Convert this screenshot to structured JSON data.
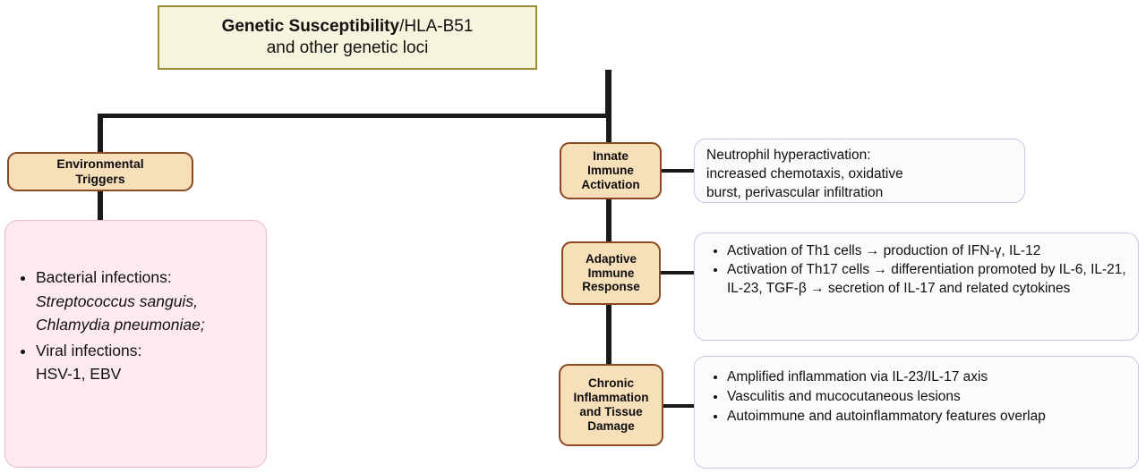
{
  "diagram": {
    "title_box": {
      "line1_bold": "Genetic Susceptibility",
      "line1_rest": "/HLA-B51",
      "line2": "and other genetic loci"
    },
    "left_branch": {
      "node_label": "Environmental\nTriggers",
      "node_line1": "Environmental",
      "node_line2": "Triggers",
      "details": [
        {
          "lead": "Bacterial infections:",
          "italic1": "Streptococcus sanguis,",
          "italic2": "Chlamydia pneumoniae;"
        },
        {
          "lead": "Viral infections:",
          "plain": "HSV-1, EBV"
        }
      ]
    },
    "right_branch": [
      {
        "node_lines": [
          "Innate",
          "Immune",
          "Activation"
        ],
        "detail_lines": [
          "Neutrophil hyperactivation:",
          "increased chemotaxis, oxidative",
          "burst, perivascular infiltration"
        ],
        "detail_bullets": []
      },
      {
        "node_lines": [
          "Adaptive",
          "Immune",
          "Response"
        ],
        "detail_lines": [],
        "detail_bullets": [
          "Activation of Th1 cells → production of IFN-γ, IL-12",
          "Activation of Th17 cells → differentiation promoted by IL-6, IL-21, IL-23, TGF-β → secretion of IL-17 and related cytokines"
        ]
      },
      {
        "node_lines": [
          "Chronic",
          "Inflammation",
          "and Tissue",
          "Damage"
        ],
        "detail_lines": [],
        "detail_bullets": [
          "Amplified inflammation via IL-23/IL-17 axis",
          "Vasculitis and mucocutaneous lesions",
          "Autoimmune and autoinflammatory features overlap"
        ]
      }
    ],
    "colors": {
      "root_fill": "#f6f4dc",
      "root_border": "#9a8b36",
      "stage_fill": "#f7dfba",
      "stage_border": "#8c4a22",
      "pink_fill": "#fdeaf1",
      "pink_border": "#efb9cf",
      "panel_fill": "#fbfbfe",
      "panel_border": "#c7c7e8",
      "connector": "#1a1a1a"
    }
  }
}
